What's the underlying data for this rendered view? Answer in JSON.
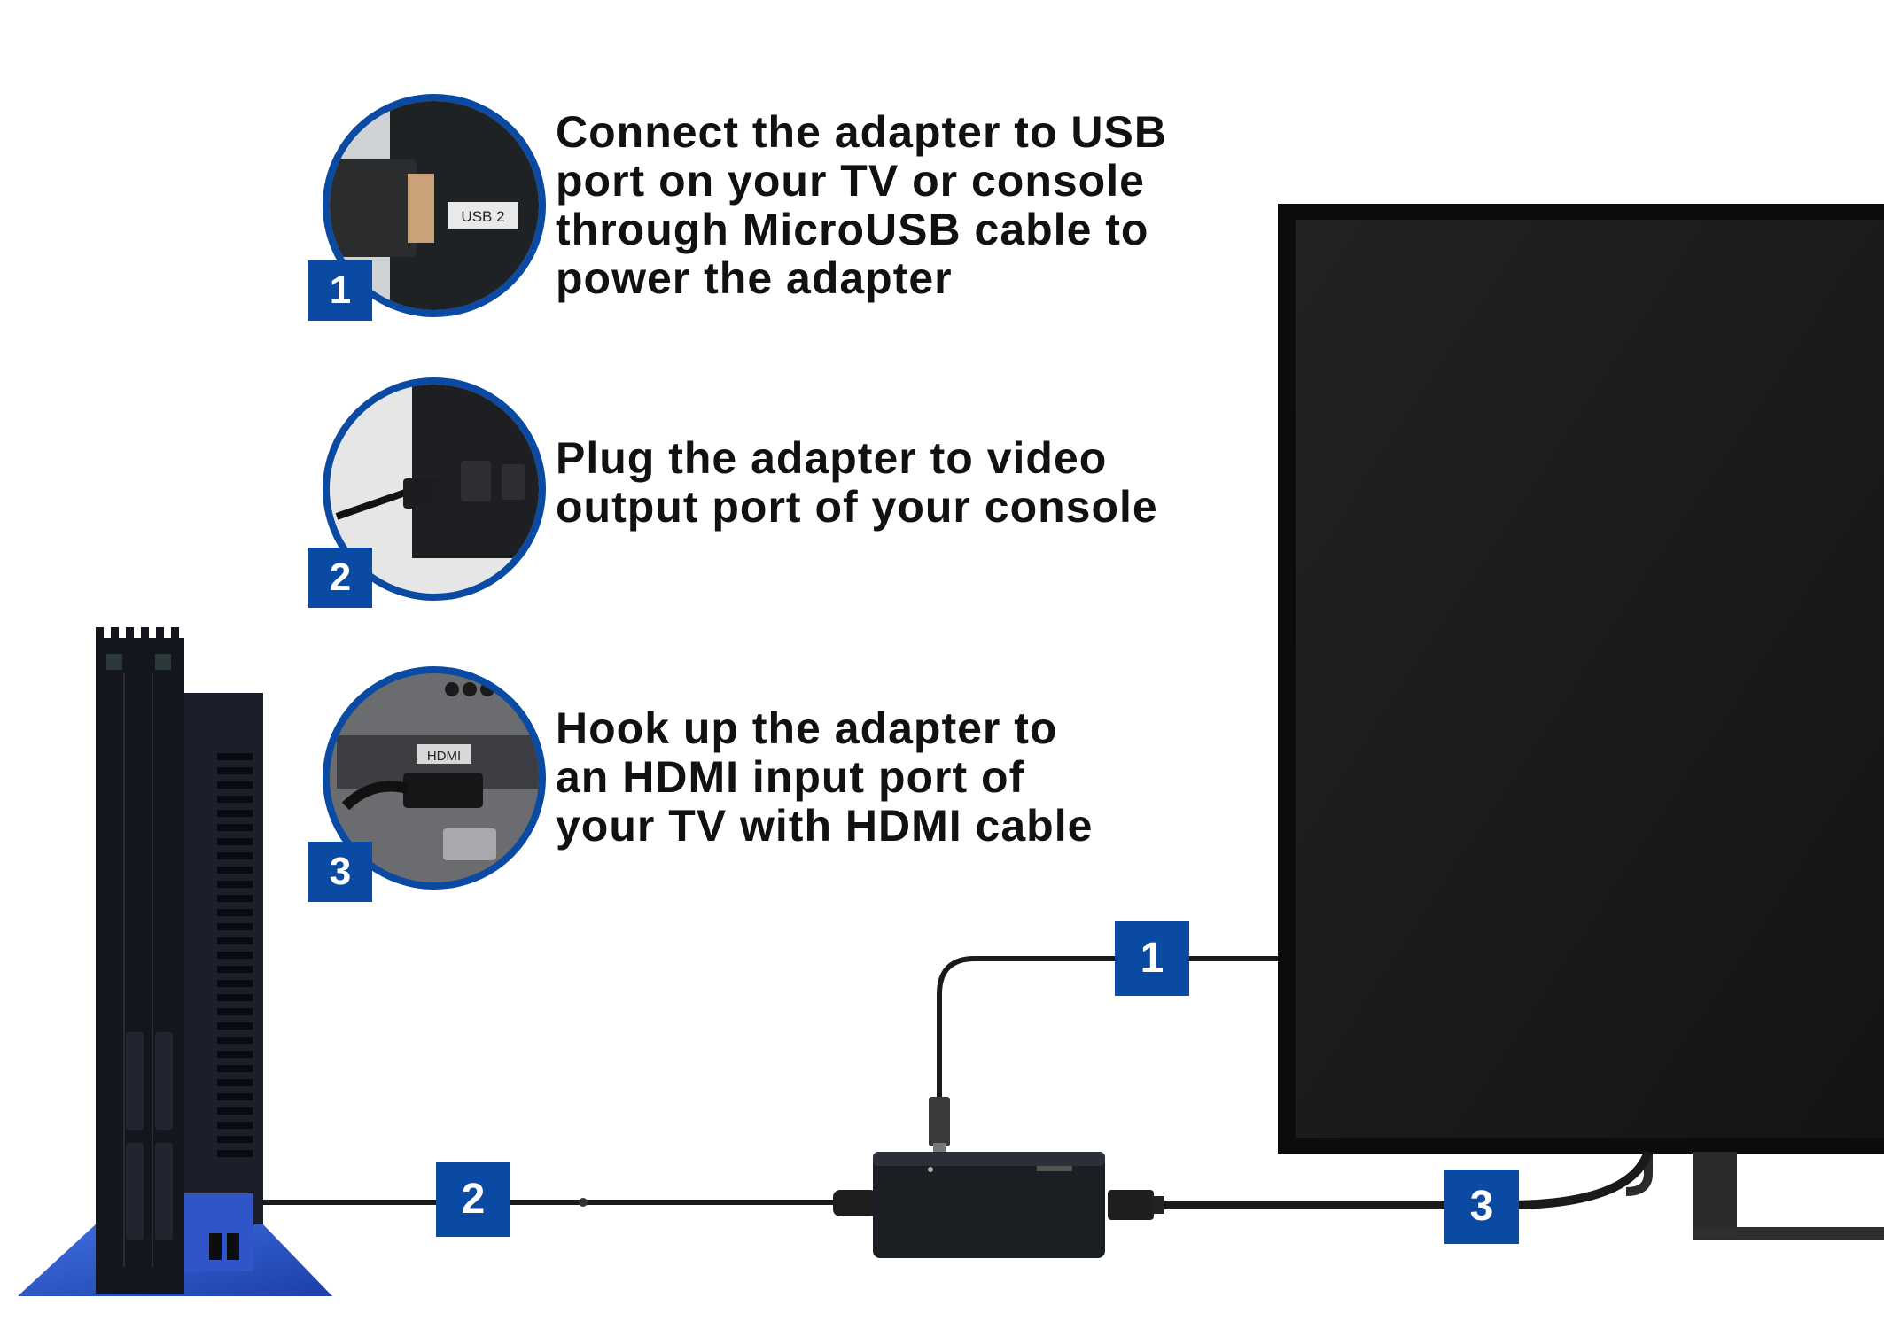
{
  "steps": [
    {
      "number": "1",
      "lines": [
        "Connect the adapter to USB",
        "port on your TV or console",
        "through MicroUSB cable to",
        "power the adapter"
      ],
      "photo_label": "USB 2"
    },
    {
      "number": "2",
      "lines": [
        "Plug the adapter to video",
        "output port of your console"
      ]
    },
    {
      "number": "3",
      "lines": [
        "Hook up the adapter to",
        "an HDMI input port of",
        "your TV with HDMI cable"
      ],
      "photo_label": "HDMI"
    }
  ],
  "cable_labels": {
    "usb": "1",
    "video": "2",
    "hdmi": "3"
  },
  "colors": {
    "accent_blue": "#0a4aa3",
    "tv_screen": "#1b1b1b",
    "cable": "#1a1a1a"
  }
}
